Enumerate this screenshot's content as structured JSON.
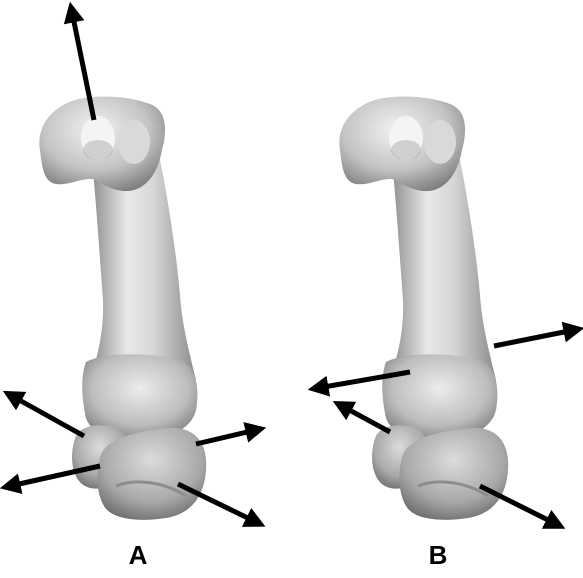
{
  "panels": [
    {
      "label": "A",
      "arrows": [
        "proximal-up",
        "left-upper",
        "left-lower",
        "right-upper",
        "right-lower"
      ]
    },
    {
      "label": "B",
      "arrows": [
        "shaft-left",
        "shaft-right",
        "left-upper",
        "right-lower"
      ]
    }
  ],
  "colors": {
    "background": "#ffffff",
    "bone_light": "#e8e8e8",
    "bone_mid": "#bdbdbd",
    "bone_dark": "#7a7a7a",
    "arrow": "#000000"
  }
}
